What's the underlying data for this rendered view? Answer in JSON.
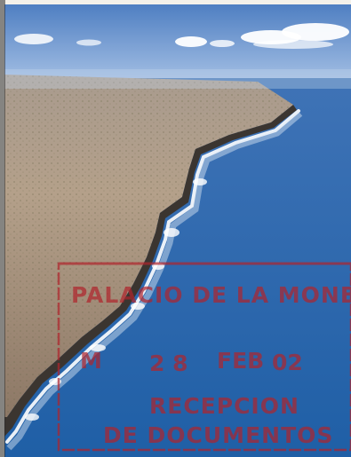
{
  "photo": {
    "subject": "aerial-coastline",
    "colors": {
      "sky_top": "#4f7fc2",
      "sky_horizon": "#a9c3e6",
      "ocean_far": "#3f73b6",
      "ocean_near": "#1f5fa6",
      "land": "#b4a08a",
      "land_dark": "#8d7866",
      "cliff": "#3b3530",
      "surf": "#ffffff",
      "stamp": "#b0242c",
      "border": "#f4f1ea"
    }
  },
  "stamp": {
    "line1": "PALACIO DE LA MONE",
    "date_letter": "M",
    "date_day": "2 8",
    "date_month": "FEB",
    "date_year": "02",
    "line3": "RECEPCION",
    "line4": "DE DOCUMENTOS"
  }
}
